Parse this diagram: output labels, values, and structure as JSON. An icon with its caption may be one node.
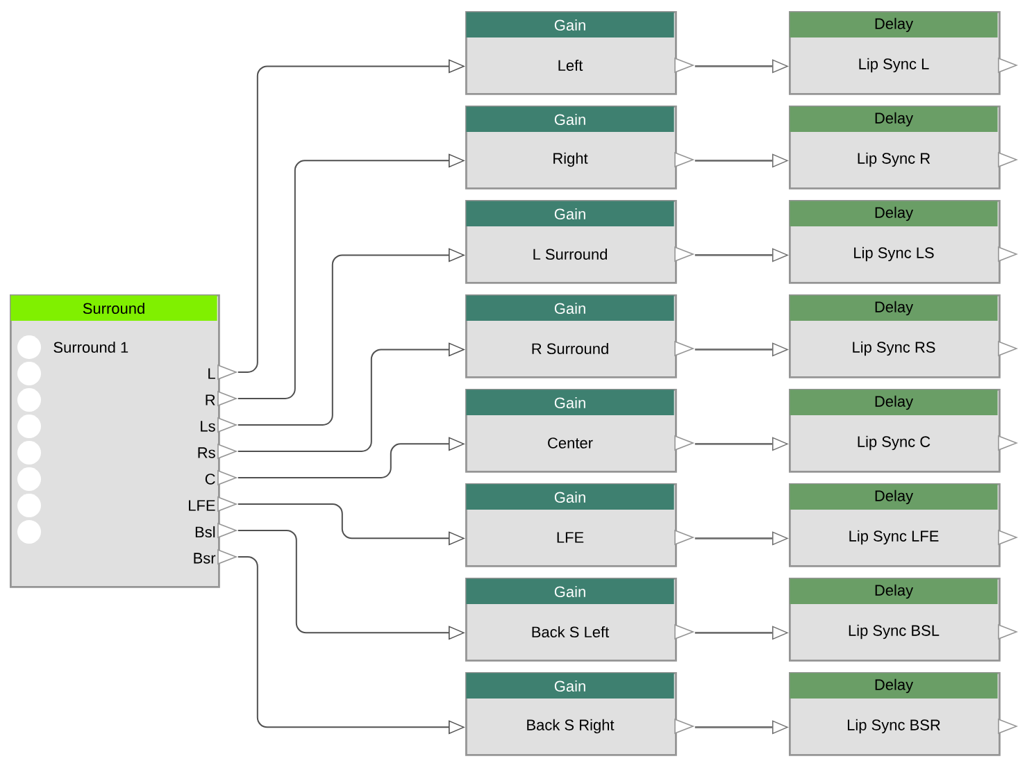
{
  "diagram": {
    "nodes": [
      {
        "text": [
          "Surround",
          "Surround 1",
          "L",
          "R",
          "Ls",
          "Rs",
          "C",
          "LFE",
          "Bsl",
          "Bsr"
        ]
      },
      {
        "text": [
          "Gain",
          "Left"
        ]
      },
      {
        "text": [
          "Gain",
          "Right"
        ]
      },
      {
        "text": [
          "Gain",
          "L Surround"
        ]
      },
      {
        "text": [
          "Gain",
          "R Surround"
        ]
      },
      {
        "text": [
          "Gain",
          "Center"
        ]
      },
      {
        "text": [
          "Gain",
          "LFE"
        ]
      },
      {
        "text": [
          "Gain",
          "Back S Left"
        ]
      },
      {
        "text": [
          "Gain",
          "Back S Right"
        ]
      },
      {
        "text": [
          "Delay",
          "Lip Sync L"
        ]
      },
      {
        "text": [
          "Delay",
          "Lip Sync R"
        ]
      },
      {
        "text": [
          "Delay",
          "Lip Sync LS"
        ]
      },
      {
        "text": [
          "Delay",
          "Lip Sync RS"
        ]
      },
      {
        "text": [
          "Delay",
          "Lip Sync C"
        ]
      },
      {
        "text": [
          "Delay",
          "Lip Sync LFE"
        ]
      },
      {
        "text": [
          "Delay",
          "Lip Sync BSL"
        ]
      },
      {
        "text": [
          "Delay",
          "Lip Sync BSR"
        ]
      }
    ],
    "edges": [
      {
        "from": 0,
        "to": 1,
        "arrow": "to"
      },
      {
        "from": 0,
        "to": 2,
        "arrow": "to"
      },
      {
        "from": 0,
        "to": 3,
        "arrow": "to"
      },
      {
        "from": 0,
        "to": 4,
        "arrow": "to"
      },
      {
        "from": 0,
        "to": 5,
        "arrow": "to"
      },
      {
        "from": 0,
        "to": 6,
        "arrow": "to"
      },
      {
        "from": 0,
        "to": 7,
        "arrow": "to"
      },
      {
        "from": 0,
        "to": 8,
        "arrow": "to"
      },
      {
        "from": 1,
        "to": 9,
        "arrow": "to"
      },
      {
        "from": 2,
        "to": 10,
        "arrow": "to"
      },
      {
        "from": 3,
        "to": 11,
        "arrow": "to"
      },
      {
        "from": 4,
        "to": 12,
        "arrow": "to"
      },
      {
        "from": 5,
        "to": 13,
        "arrow": "to"
      },
      {
        "from": 6,
        "to": 14,
        "arrow": "to"
      },
      {
        "from": 7,
        "to": 15,
        "arrow": "to"
      },
      {
        "from": 8,
        "to": 16,
        "arrow": "to"
      }
    ]
  }
}
